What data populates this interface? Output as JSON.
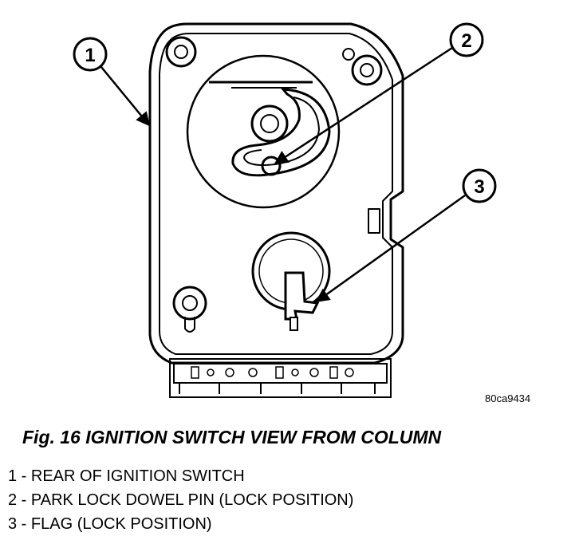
{
  "figure": {
    "image_code": "80ca9434",
    "callouts": [
      "1",
      "2",
      "3"
    ]
  },
  "caption": "Fig. 16 IGNITION SWITCH VIEW FROM COLUMN",
  "legend": [
    "1 - REAR OF IGNITION SWITCH",
    "2 - PARK LOCK DOWEL PIN (LOCK POSITION)",
    "3 - FLAG (LOCK POSITION)"
  ]
}
